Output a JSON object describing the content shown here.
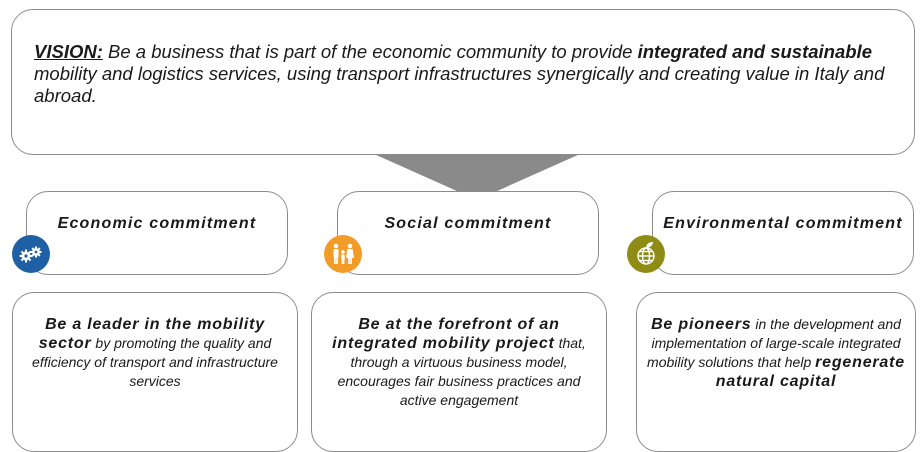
{
  "vision": {
    "label": "VISION:",
    "text_1": " Be a business that is part of the economic community to provide ",
    "bold_1": "integrated and sustainable",
    "text_2": " mobility and logistics services, using transport infrastructures synergically and creating value in Italy and abroad."
  },
  "commitments": [
    {
      "title": "Economic commitment",
      "icon": "gears-icon",
      "color": "#1f5fa3",
      "lead": "Be a leader in the mobility sector",
      "rest": " by promoting the quality and efficiency of transport and infrastructure services"
    },
    {
      "title": "Social commitment",
      "icon": "people-icon",
      "color": "#f29b26",
      "lead": "Be at the forefront of an integrated mobility project",
      "rest": " that, through a virtuous business model, encourages fair business practices and active engagement"
    },
    {
      "title": "Environmental commitment",
      "icon": "globe-leaf-icon",
      "color": "#8f8c16",
      "lead": "Be pioneers",
      "rest": " in the development and implementation of large-scale integrated mobility solutions that help ",
      "lead_2": "regenerate natural capital"
    }
  ],
  "colors": {
    "border": "#8c8c8c",
    "arrow": "#8a8a8a"
  }
}
